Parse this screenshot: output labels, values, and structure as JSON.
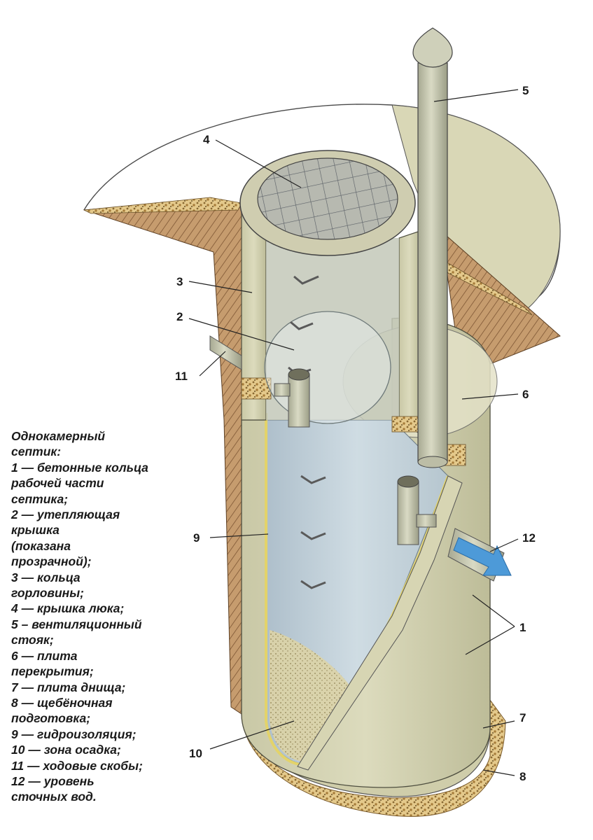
{
  "diagram": {
    "callouts": [
      {
        "id": "1",
        "text": "1"
      },
      {
        "id": "2",
        "text": "2"
      },
      {
        "id": "3",
        "text": "3"
      },
      {
        "id": "4",
        "text": "4"
      },
      {
        "id": "5",
        "text": "5"
      },
      {
        "id": "6",
        "text": "6"
      },
      {
        "id": "7",
        "text": "7"
      },
      {
        "id": "8",
        "text": "8"
      },
      {
        "id": "9",
        "text": "9"
      },
      {
        "id": "10",
        "text": "10"
      },
      {
        "id": "11",
        "text": "11"
      },
      {
        "id": "12",
        "text": "12"
      }
    ],
    "colors": {
      "concrete": "#d4d2b0",
      "soil": "#b98a5c",
      "water": "#b9ccd6",
      "arrow": "#4d9ad8",
      "waterproofing": "#e3d36a",
      "gravel": "#d8b86a"
    }
  },
  "legend": {
    "lines": [
      "Однокамерный",
      "септик:",
      "1 — бетонные кольца",
      "рабочей части",
      "септика;",
      "2 — утепляющая",
      "крышка",
      "(показана",
      "прозрачной);",
      "3 — кольца",
      "горловины;",
      "4 — крышка люка;",
      "5 – вентиляционный",
      "стояк;",
      "6 — плита",
      "перекрытия;",
      "7 — плита днища;",
      "8 — щебёночная",
      "подготовка;",
      "9 — гидроизоляция;",
      "10 — зона осадка;",
      "11 — ходовые скобы;",
      "12 — уровень",
      "сточных вод."
    ]
  }
}
